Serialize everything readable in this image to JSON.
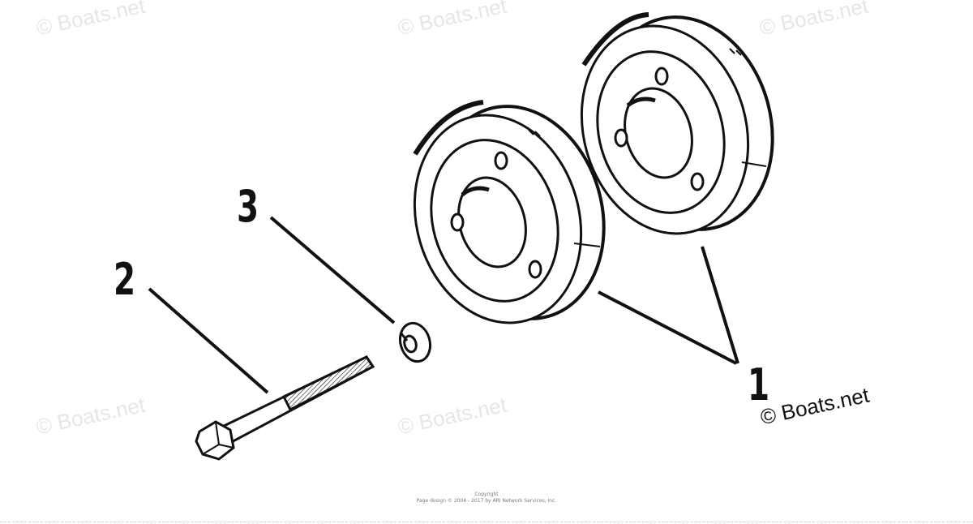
{
  "watermarks": [
    "© Boats.net",
    "© Boats.net",
    "© Boats.net",
    "© Boats.net",
    "© Boats.net"
  ],
  "copyright": "© Boats.net",
  "callouts": {
    "one": "1",
    "two": "2",
    "three": "3"
  },
  "footer": {
    "line1": "Copyright",
    "line2": "Page design © 2004 - 2017 by ARI Network Services, Inc."
  },
  "parts": {
    "pulleys": "pulley-icon",
    "screw": "bolt-icon",
    "washer": "lock-washer-icon"
  },
  "colors": {
    "ink": "#111111",
    "watermark": "#e6e6e6"
  }
}
